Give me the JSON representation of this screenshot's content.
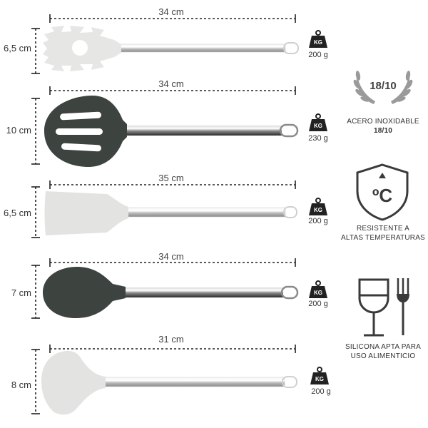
{
  "products": [
    {
      "name": "pasta-server",
      "length": "34 cm",
      "height": "6,5 cm",
      "weight_unit": "KG",
      "weight": "200 g"
    },
    {
      "name": "slotted-spoon",
      "length": "34 cm",
      "height": "10 cm",
      "weight_unit": "KG",
      "weight": "230 g"
    },
    {
      "name": "spatula",
      "length": "35 cm",
      "height": "6,5 cm",
      "weight_unit": "KG",
      "weight": "200 g"
    },
    {
      "name": "spoon",
      "length": "34 cm",
      "height": "7 cm",
      "weight_unit": "KG",
      "weight": "200 g"
    },
    {
      "name": "ladle",
      "length": "31 cm",
      "height": "8 cm",
      "weight_unit": "KG",
      "weight": "200 g"
    }
  ],
  "features": {
    "steel": {
      "badge": "18/10",
      "line1": "ACERO INOXIDABLE",
      "line2": "18/10"
    },
    "heat": {
      "symbol": "ºC",
      "line1": "RESISTENTE A",
      "line2": "ALTAS TEMPERATURAS"
    },
    "food": {
      "line1": "SILICONA APTA PARA",
      "line2": "USO ALIMENTICIO"
    }
  },
  "colors": {
    "dark_silicone": "#3d433f",
    "light_silicone": "#e3e4e2",
    "steel": "#c9c9c9"
  }
}
